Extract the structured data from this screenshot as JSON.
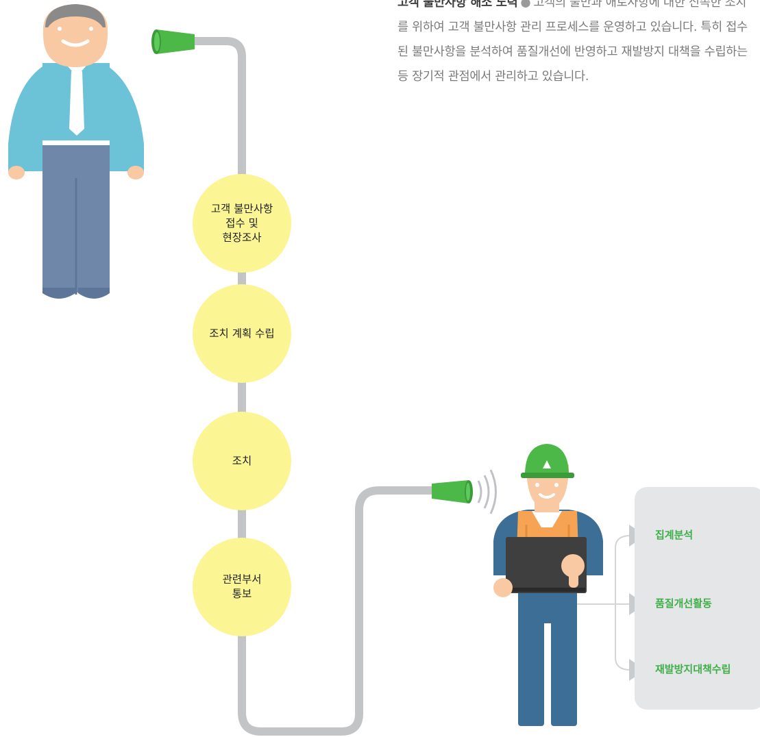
{
  "description": {
    "lead": "고객 불만사항 해소 노력",
    "body": "고객의 불만과 애로사항에 대한 신속한 조치를 위하여 고객 불만사항 관리 프로세스를 운영하고 있습니다. 특히 접수된 불만사항을 분석하여 품질개선에 반영하고 재발방지 대책을 수립하는 등 장기적 관점에서 관리하고 있습니다."
  },
  "process_steps": [
    {
      "label": "고객 불만사항\n접수 및\n현장조사"
    },
    {
      "label": "조치 계획 수립"
    },
    {
      "label": "조치"
    },
    {
      "label": "관련부서\n통보"
    }
  ],
  "outputs": [
    {
      "label": "집계분석"
    },
    {
      "label": "품질개선활동"
    },
    {
      "label": "재발방지대책수립"
    }
  ],
  "colors": {
    "step_fill": "#fbf594",
    "cable": "#c3c4c6",
    "cup_green": "#4bb848",
    "output_text": "#3fae49",
    "panel": "#e4e6e8",
    "customer_shirt": "#6cc3d8",
    "customer_pants": "#6f87a8",
    "worker_vest": "#f6a453",
    "worker_pants": "#3d6e96"
  },
  "icons": [
    "customer-figure",
    "worker-figure",
    "paper-cup-phone-icon",
    "sound-waves-icon",
    "helmet-icon",
    "laptop-icon",
    "arrow-right-icon"
  ]
}
